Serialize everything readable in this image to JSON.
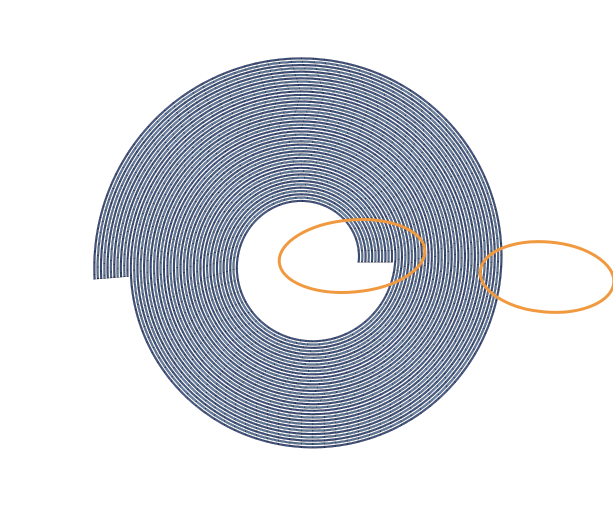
{
  "figure": {
    "kind": "jelly-roll spiral winding mesh, quadrilateral elements",
    "layer_order": [
      "dark",
      "light",
      "dark",
      "light",
      "dark",
      "light",
      "dark",
      "light",
      "dark",
      "light",
      "dark"
    ],
    "colors": {
      "dark_layer": "#6b86c4",
      "light_layer": "#9fcdf4",
      "mesh_line": "#1a2036",
      "separator": "#ffffff",
      "highlight": "#f0993f",
      "background": "#ffffff"
    },
    "highlights": [
      {
        "name": "inner-winding-end-highlight",
        "color": "#f0993f"
      },
      {
        "name": "outer-winding-end-highlight",
        "color": "#f0993f"
      }
    ]
  }
}
